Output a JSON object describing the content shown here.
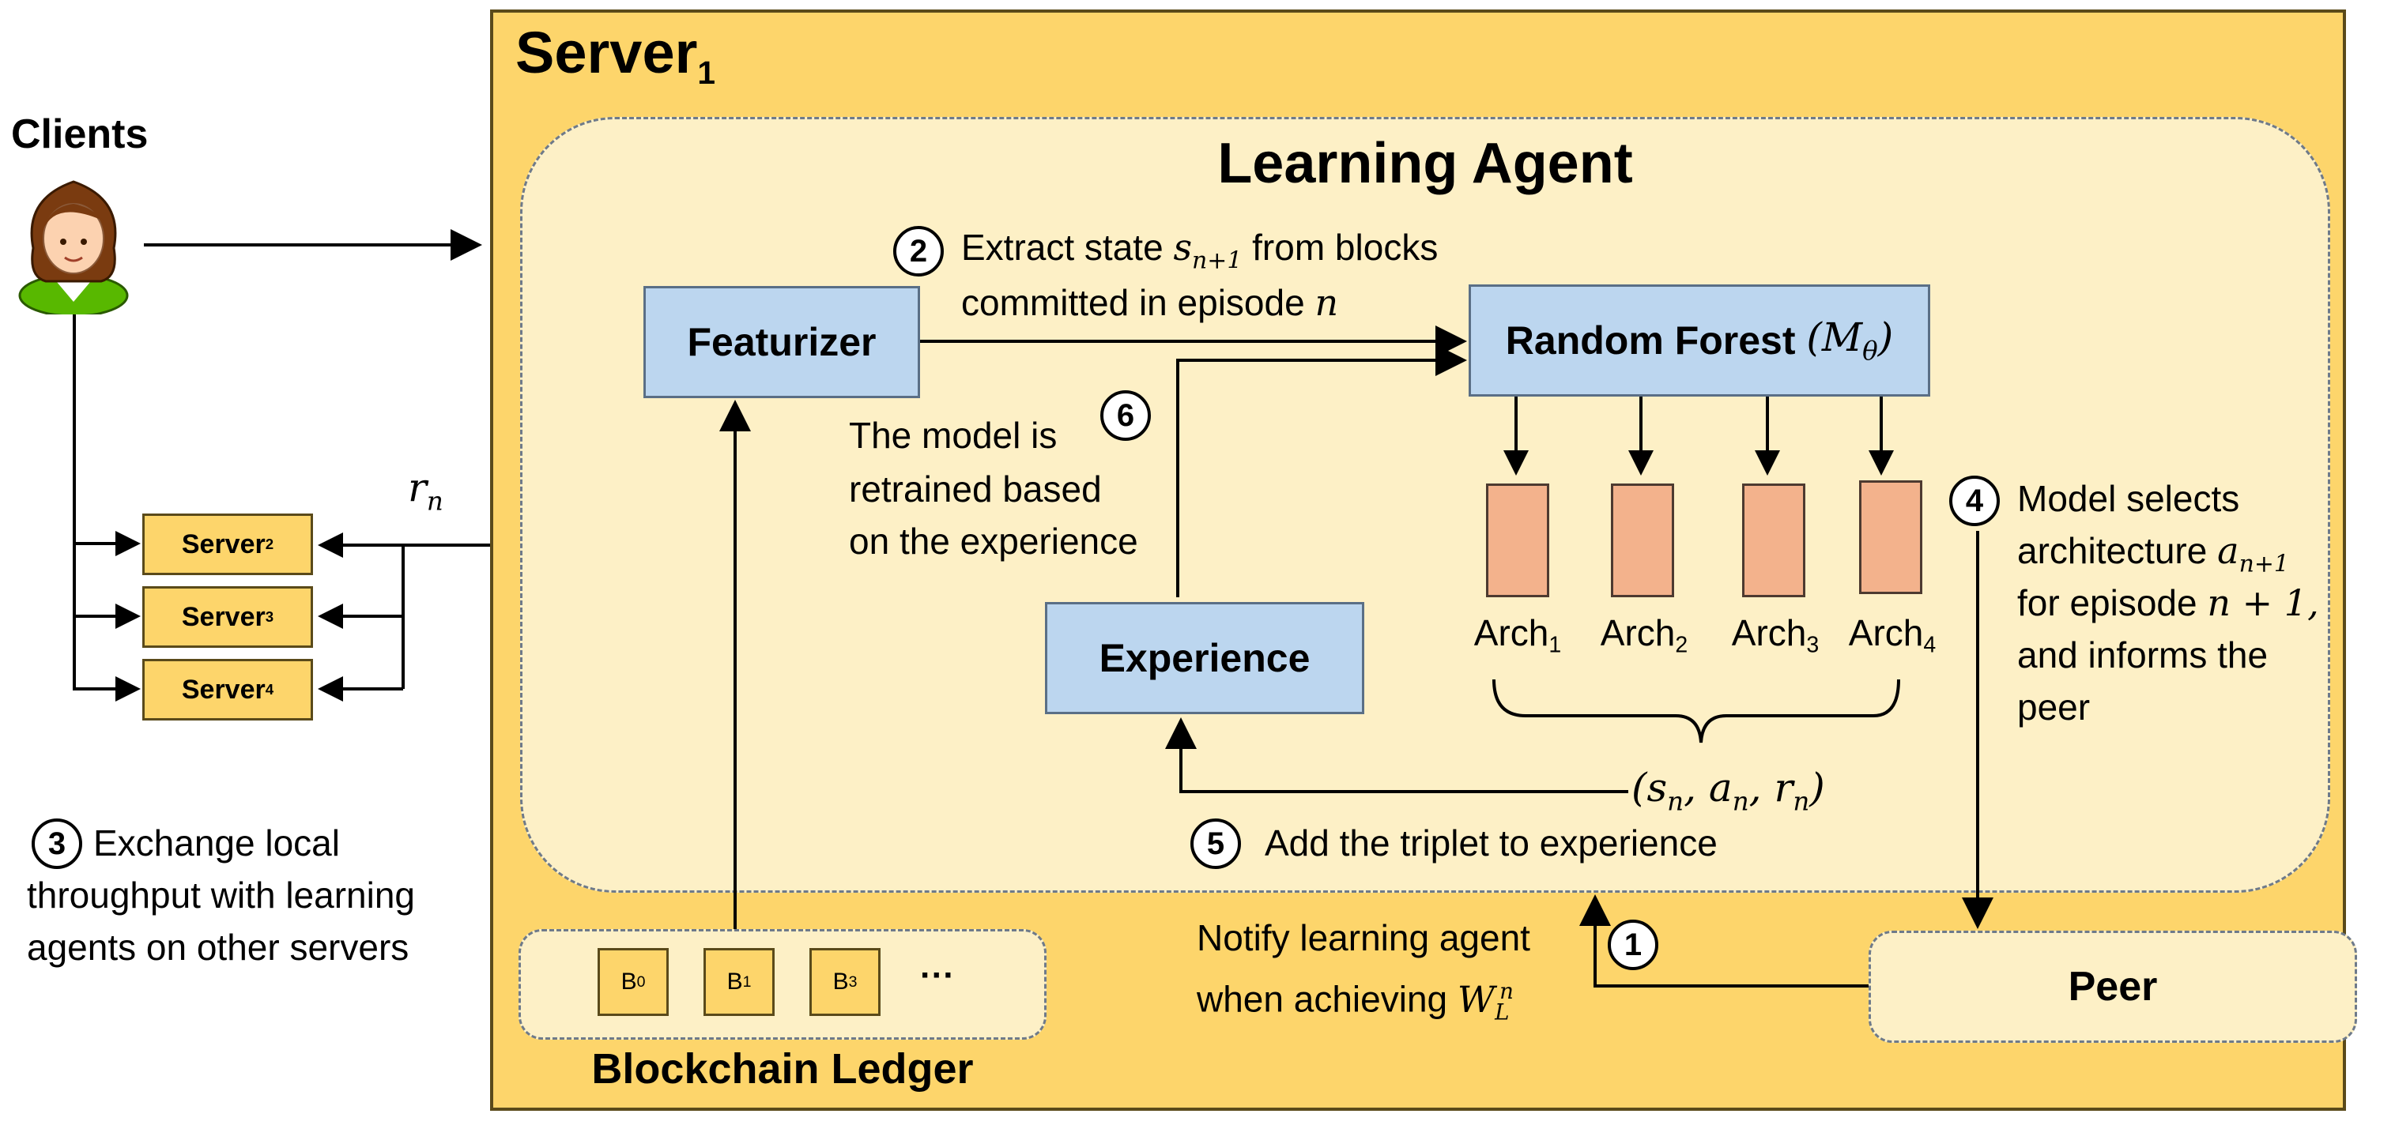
{
  "clients_label": "Clients",
  "server_main": {
    "name": "Server",
    "sub": "1"
  },
  "learning_agent_title": "Learning Agent",
  "boxes": {
    "featurizer": "Featurizer",
    "random_forest": "Random Forest",
    "random_forest_math": "(Mθ)",
    "experience": "Experience",
    "peer": "Peer",
    "blockchain_ledger": "Blockchain Ledger"
  },
  "archs": [
    {
      "name": "Arch",
      "sub": "1"
    },
    {
      "name": "Arch",
      "sub": "2"
    },
    {
      "name": "Arch",
      "sub": "3"
    },
    {
      "name": "Arch",
      "sub": "4"
    }
  ],
  "side_servers": [
    {
      "name": "Server",
      "sub": "2"
    },
    {
      "name": "Server",
      "sub": "3"
    },
    {
      "name": "Server",
      "sub": "4"
    }
  ],
  "blocks": [
    {
      "name": "B",
      "sub": "0"
    },
    {
      "name": "B",
      "sub": "1"
    },
    {
      "name": "B",
      "sub": "3"
    }
  ],
  "ellipsis": "···",
  "rn_label": "rn",
  "triplet": "(sn, an, rn)",
  "steps": {
    "s1_num": "1",
    "s1_line1": "Notify learning agent",
    "s1_line2": "when achieving",
    "s1_math": "W",
    "s2_num": "2",
    "s2_line1": "Extract state",
    "s2_math": "sn+1",
    "s2_line1_tail": "from blocks",
    "s2_line2": "committed in episode",
    "s2_math2": "n",
    "s3_num": "3",
    "s3_line1": "Exchange local",
    "s3_line2": "throughput with learning",
    "s3_line3": "agents on other servers",
    "s4_num": "4",
    "s4_line1": "Model selects",
    "s4_line2": "architecture",
    "s4_math": "an+1",
    "s4_line3": "for episode",
    "s4_math2": "n + 1,",
    "s4_line4": "and informs the",
    "s4_line5": "peer",
    "s5_num": "5",
    "s5_text": "Add the triplet to experience",
    "s6_num": "6",
    "s6_line1": "The model is",
    "s6_line2": "retrained based",
    "s6_line3": "on the experience"
  }
}
